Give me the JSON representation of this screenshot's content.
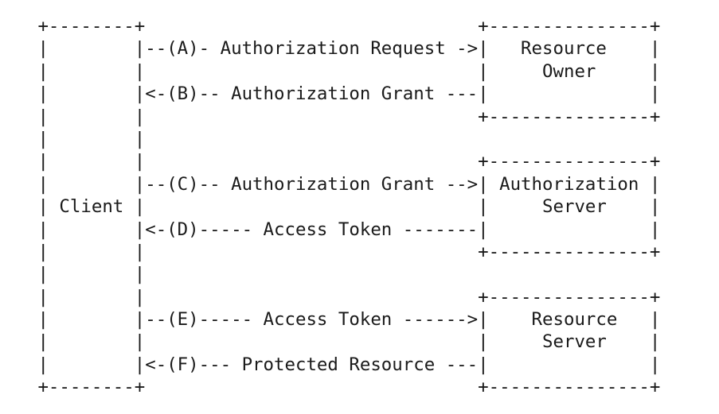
{
  "diagram": {
    "kind": "ascii-flow-diagram",
    "subject": "OAuth 2.0 abstract protocol flow",
    "colors": {
      "text": "#1a1a1a",
      "background": "#ffffff"
    },
    "actors": [
      "Client",
      "Resource Owner",
      "Authorization Server",
      "Resource Server"
    ],
    "flow_steps": [
      {
        "label": "A",
        "message": "Authorization Request",
        "from": "Client",
        "to": "Resource Owner"
      },
      {
        "label": "B",
        "message": "Authorization Grant",
        "from": "Resource Owner",
        "to": "Client"
      },
      {
        "label": "C",
        "message": "Authorization Grant",
        "from": "Client",
        "to": "Authorization Server"
      },
      {
        "label": "D",
        "message": "Access Token",
        "from": "Authorization Server",
        "to": "Client"
      },
      {
        "label": "E",
        "message": "Access Token",
        "from": "Client",
        "to": "Resource Server"
      },
      {
        "label": "F",
        "message": "Protected Resource",
        "from": "Resource Server",
        "to": "Client"
      }
    ],
    "lines": [
      "   +--------+                               +---------------+",
      "   |        |--(A)- Authorization Request ->|   Resource    |",
      "   |        |                               |     Owner     |",
      "   |        |<-(B)-- Authorization Grant ---|               |",
      "   |        |                               +---------------+",
      "   |        |",
      "   |        |                               +---------------+",
      "   |        |--(C)-- Authorization Grant -->| Authorization |",
      "   | Client |                               |     Server    |",
      "   |        |<-(D)----- Access Token -------|               |",
      "   |        |                               +---------------+",
      "   |        |",
      "   |        |                               +---------------+",
      "   |        |--(E)----- Access Token ------>|    Resource   |",
      "   |        |                               |     Server    |",
      "   |        |<-(F)--- Protected Resource ---|               |",
      "   +--------+                               +---------------+"
    ]
  }
}
